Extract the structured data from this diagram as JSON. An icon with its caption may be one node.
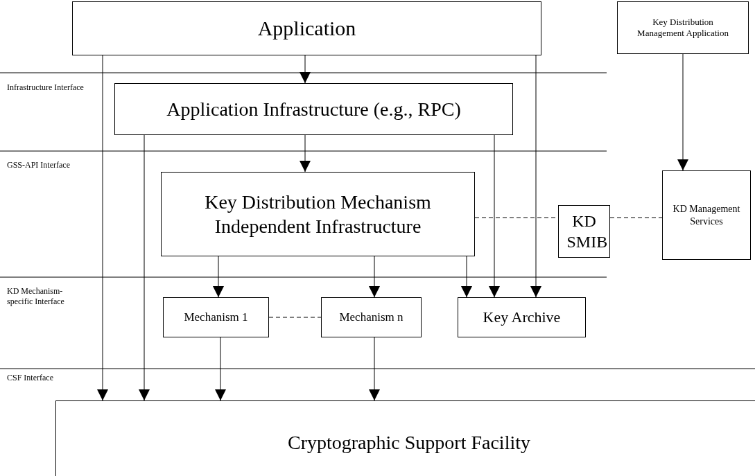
{
  "diagram": {
    "nodes": [
      {
        "text": [
          "Application"
        ]
      },
      {
        "text": [
          "Key Distribution Management Application"
        ]
      },
      {
        "text": [
          "Application Infrastructure (e.g., RPC)"
        ]
      },
      {
        "text": [
          "Key Distribution Mechanism Independent Infrastructure"
        ]
      },
      {
        "text": [
          "KD SMIB"
        ]
      },
      {
        "text": [
          "KD Management Services"
        ]
      },
      {
        "text": [
          "Mechanism 1"
        ]
      },
      {
        "text": [
          "Mechanism n"
        ]
      },
      {
        "text": [
          "Key Archive"
        ]
      },
      {
        "text": [
          "Cryptographic Support Facility"
        ]
      }
    ],
    "edges": [
      {
        "from": 0,
        "to": 2,
        "arrow": "to"
      },
      {
        "from": 0,
        "to": 9,
        "arrow": "to"
      },
      {
        "from": 0,
        "to": 8,
        "arrow": "to"
      },
      {
        "from": 2,
        "to": 3,
        "arrow": "to"
      },
      {
        "from": 2,
        "to": 9,
        "arrow": "to"
      },
      {
        "from": 2,
        "to": 8,
        "arrow": "to"
      },
      {
        "from": 1,
        "to": 5,
        "arrow": "to"
      },
      {
        "from": 3,
        "to": 6,
        "arrow": "to"
      },
      {
        "from": 3,
        "to": 7,
        "arrow": "to"
      },
      {
        "from": 3,
        "to": 8,
        "arrow": "to"
      },
      {
        "from": 3,
        "to": 4,
        "arrow": "none",
        "style": "dashed"
      },
      {
        "from": 4,
        "to": 5,
        "arrow": "none",
        "style": "dashed"
      },
      {
        "from": 6,
        "to": 9,
        "arrow": "to"
      },
      {
        "from": 7,
        "to": 9,
        "arrow": "to"
      },
      {
        "from": 6,
        "to": 7,
        "arrow": "none",
        "style": "dashed"
      }
    ],
    "labels": [
      "Infrastructure Interface",
      "GSS-API Interface",
      "KD Mechanism-specific Interface",
      "CSF Interface"
    ]
  }
}
